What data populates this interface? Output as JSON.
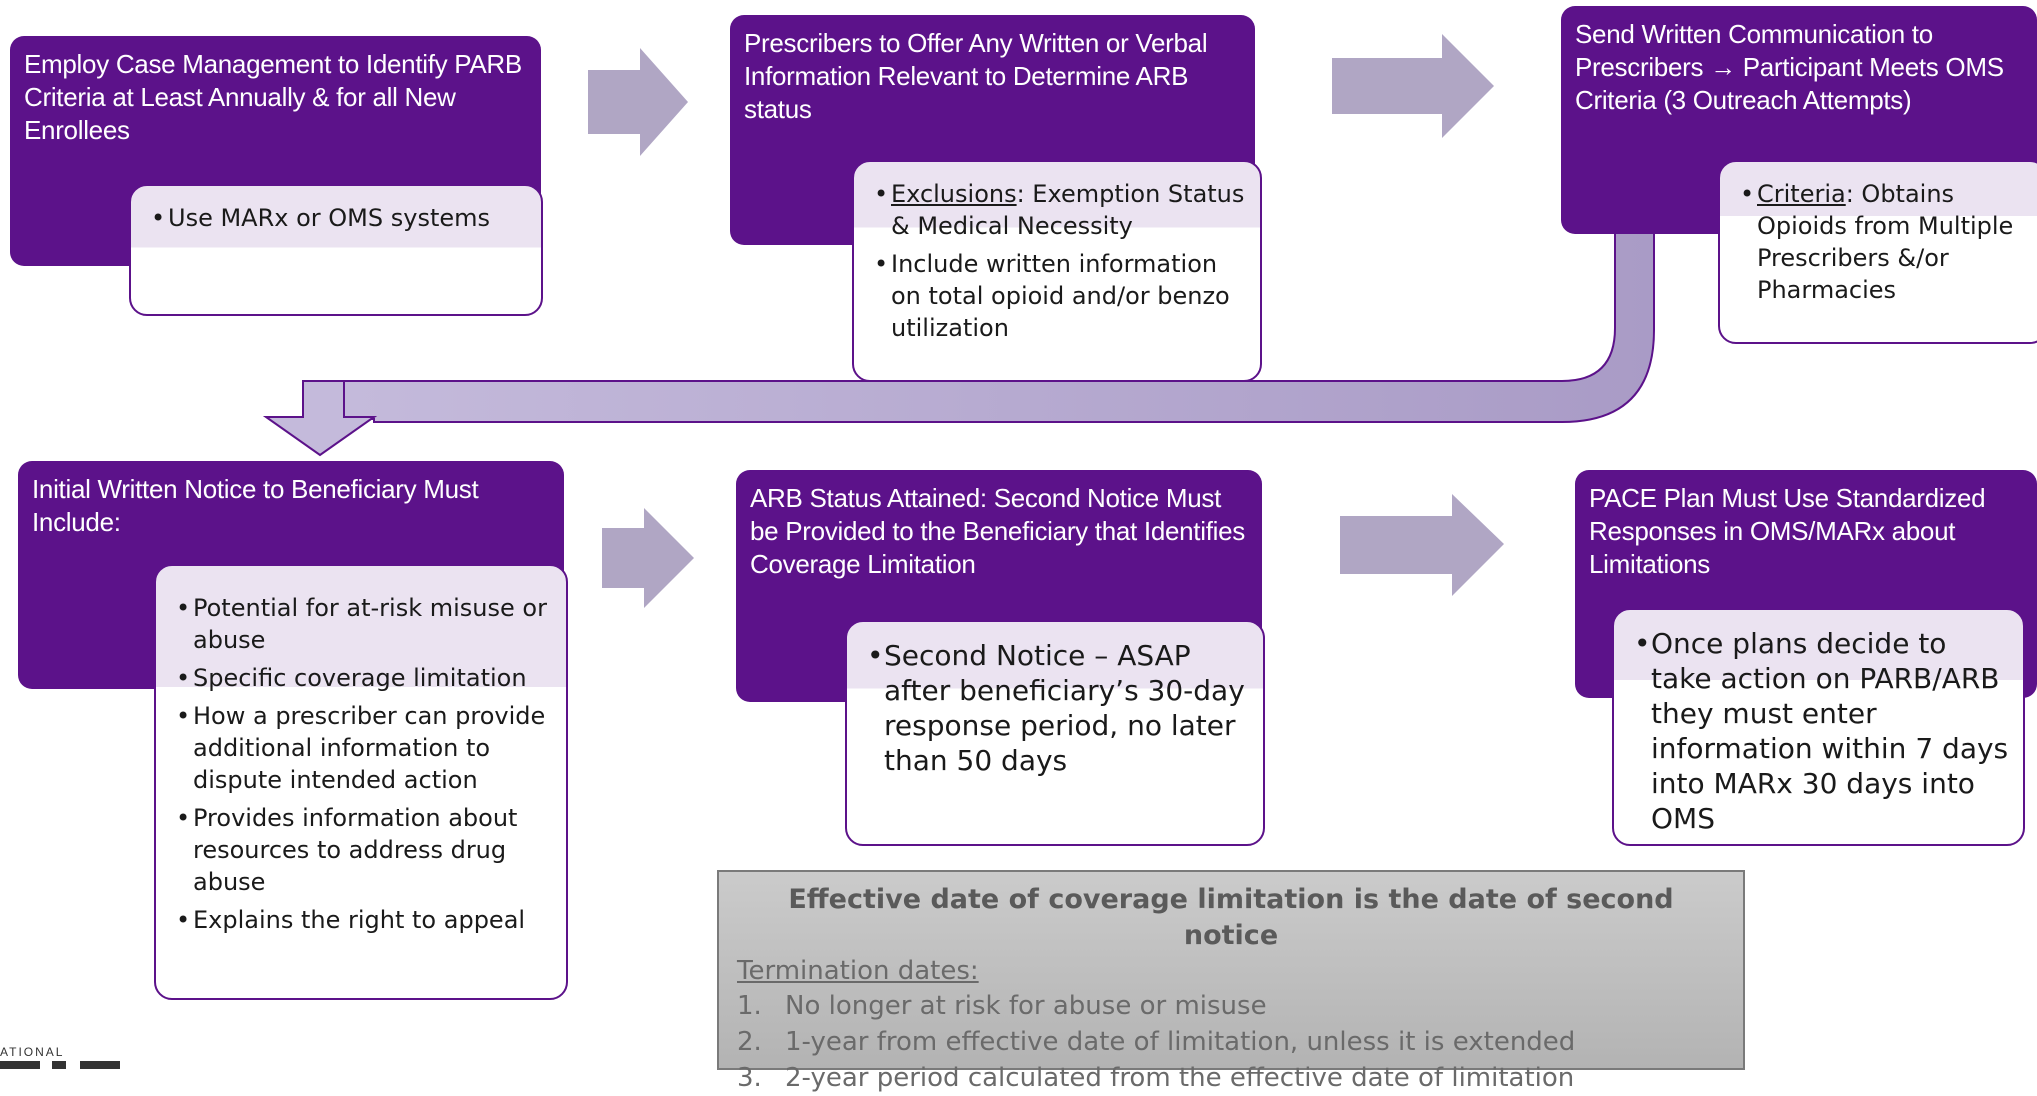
{
  "steps": [
    {
      "title": "Employ Case Management to Identify PARB Criteria at Least Annually & for all New Enrollees",
      "bullets": [
        "Use MARx or OMS systems"
      ]
    },
    {
      "title": "Prescribers to Offer Any Written or Verbal Information Relevant to Determine ARB status",
      "bullet1_label": "Exclusions",
      "bullet1_rest": ": Exemption Status & Medical Necessity",
      "bullet2": "Include written information on total opioid and/or benzo utilization"
    },
    {
      "title": "Send Written Communication to Prescribers → Participant Meets OMS Criteria (3 Outreach Attempts)",
      "bullet1_label": "Criteria",
      "bullet1_rest": ": Obtains Opioids from Multiple Prescribers &/or Pharmacies"
    },
    {
      "title": "Initial Written Notice to Beneficiary Must Include:",
      "bullets": [
        "Potential for at-risk misuse or abuse",
        "Specific coverage limitation",
        "How a prescriber can provide additional information to dispute intended action",
        "Provides information about resources to address drug abuse",
        "Explains the right to appeal"
      ]
    },
    {
      "title": "ARB Status Attained: Second Notice Must be Provided to the Beneficiary that Identifies Coverage Limitation",
      "bullets": [
        "Second Notice – ASAP after beneficiary’s 30-day response period, no later than 50 days"
      ]
    },
    {
      "title": "PACE Plan Must Use Standardized Responses in OMS/MARx about Limitations",
      "bullets": [
        "Once plans decide to take action on PARB/ARB they must enter information within 7 days into MARx 30 days into OMS"
      ]
    }
  ],
  "note": {
    "title": "Effective date of coverage limitation is the date of second notice",
    "subtitle": "Termination dates:",
    "items": [
      {
        "n": "1.",
        "text": "No longer at risk for abuse or misuse"
      },
      {
        "n": "2.",
        "text": "1-year from effective date of limitation, unless it is extended"
      },
      {
        "n": "3.",
        "text": "2-year period calculated from the effective date of limitation"
      }
    ]
  },
  "logo": {
    "text": "ATIONAL"
  },
  "colors": {
    "header": "#5c128a",
    "arrow": "#b1a6c6",
    "card_tint": "#ebe3f1",
    "note_bg": "#bdbdbd"
  }
}
